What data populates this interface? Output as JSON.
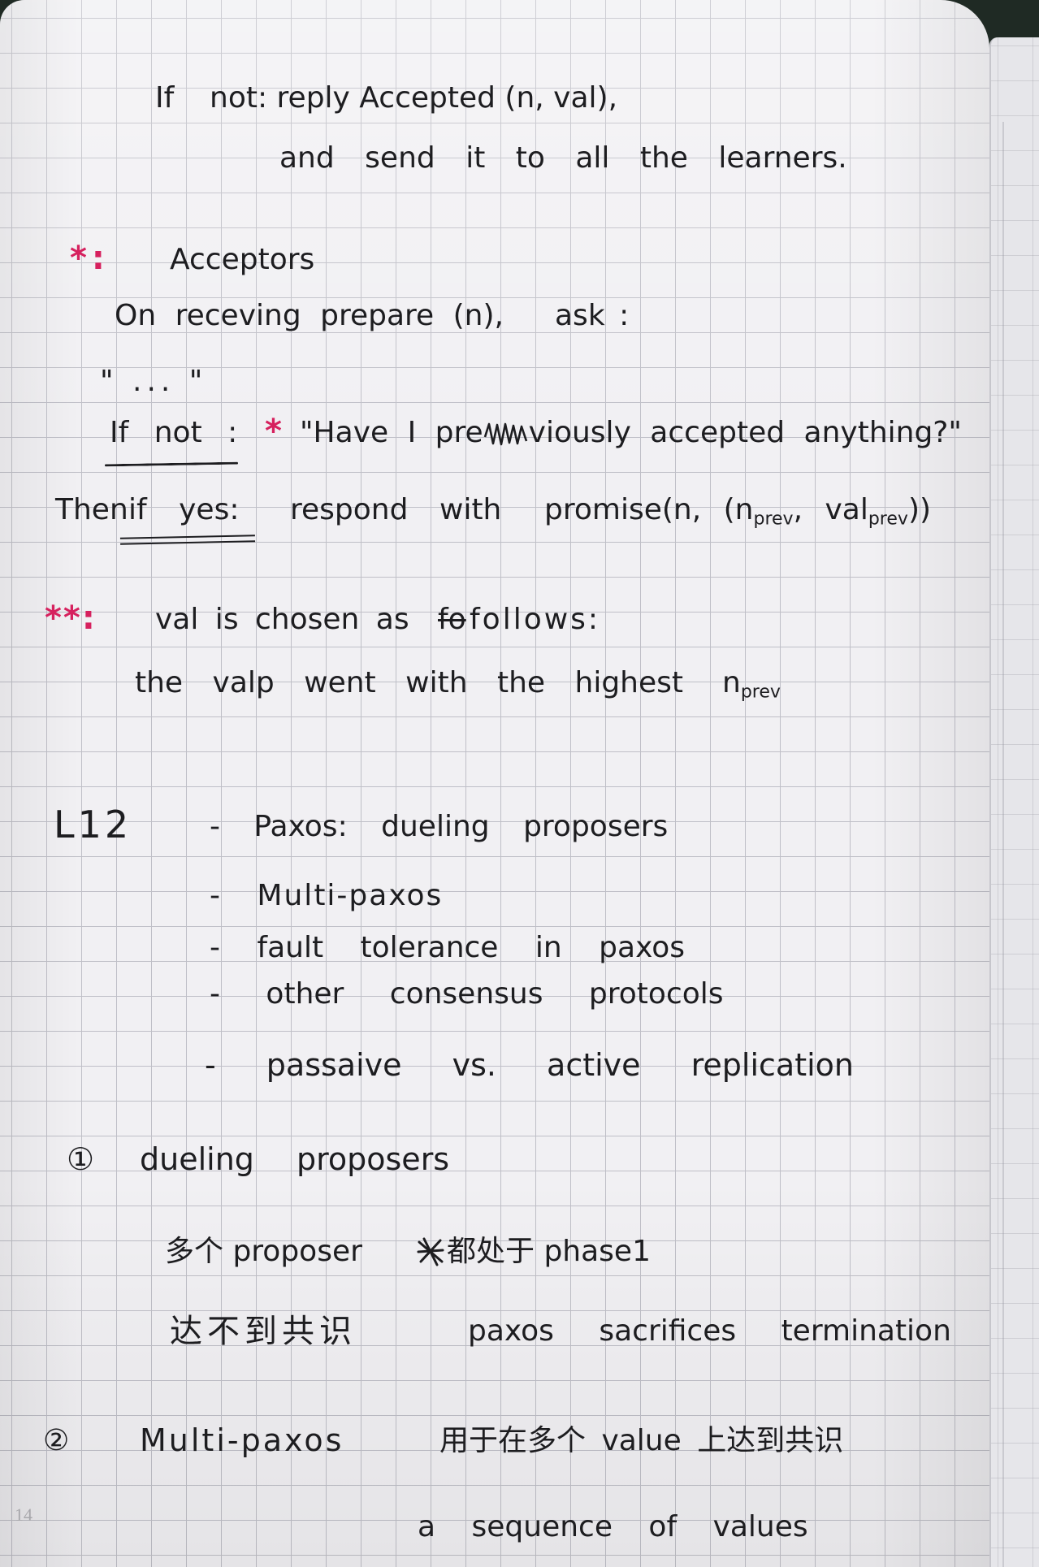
{
  "notebook": {
    "page_number": "14",
    "colors": {
      "paper": "#f1f0f3",
      "grid_line": "#bfbfc7",
      "ink": "#1d1d20",
      "accent_red": "#d6215e",
      "page_number_gray": "#a7a7ab"
    },
    "phase2_notes": {
      "if_word": "If",
      "reply_text": "not: reply Accepted (n, val),",
      "send_text": "and send it to all the learners."
    },
    "acceptors": {
      "marker": "*:",
      "title": "Acceptors",
      "on_receiving": "On receving prepare (n),",
      "ask": "ask :",
      "quote_placeholder": "\" ... \"",
      "if_not": "If not :",
      "question_marker": "*",
      "question_start": "\"Have I pre",
      "question_end": "viously accepted anything?\"",
      "then": "Then",
      "if_yes": "if yes:",
      "respond": "respond",
      "with": "with",
      "promise_open": "promise(n, (n",
      "promise_prev_1": "prev",
      "promise_mid": ", val",
      "promise_prev_2": "prev",
      "promise_close": "))"
    },
    "value_choice": {
      "marker": "**:",
      "chosen_as": "val is chosen as",
      "struck": "fo",
      "follows": "follows:",
      "rule": "the valp went with the highest",
      "nprev_n": "n",
      "nprev_sub": "prev"
    },
    "lecture": {
      "label": "L12",
      "topics": [
        "- Paxos: dueling proposers",
        "- Multi-paxos",
        "- fault tolerance in paxos",
        "- other consensus protocols",
        "- passaive vs. active replication"
      ]
    },
    "sections": [
      {
        "number": "①",
        "title": "dueling proposers",
        "line1_start": "多个 proposer",
        "line1_end": "都处于 phase1",
        "line2_start": "达不到共识",
        "line2_end": "paxos sacrifices termination"
      },
      {
        "number": "②",
        "title": "Multi-paxos",
        "description": "用于在多个 value 上达到共识",
        "detail": "a sequence of values"
      }
    ]
  }
}
